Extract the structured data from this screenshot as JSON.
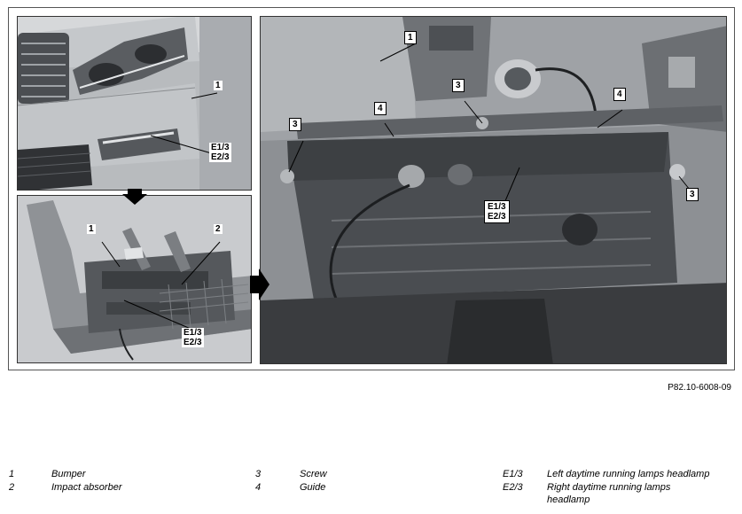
{
  "figure": {
    "callouts": {
      "tl_1": "1",
      "tl_e": "E1/3\nE2/3",
      "bl_1": "1",
      "bl_2": "2",
      "bl_e": "E1/3\nE2/3",
      "r_1": "1",
      "r_3a": "3",
      "r_3b": "3",
      "r_3c": "3",
      "r_4a": "4",
      "r_4b": "4",
      "r_e": "E1/3\nE2/3"
    },
    "reference_code": "P82.10-6008-09"
  },
  "legend": [
    {
      "key": "1",
      "label": "Bumper"
    },
    {
      "key": "2",
      "label": "Impact absorber"
    },
    {
      "key": "3",
      "label": "Screw"
    },
    {
      "key": "4",
      "label": "Guide"
    },
    {
      "key": "E1/3",
      "label": "Left daytime running lamps headlamp"
    },
    {
      "key": "E2/3",
      "label": "Right daytime running lamps headlamp"
    }
  ],
  "colors": {
    "photo_bg": "#8d9094",
    "photo_dark": "#3a3c3f",
    "photo_light": "#c9cbce"
  }
}
